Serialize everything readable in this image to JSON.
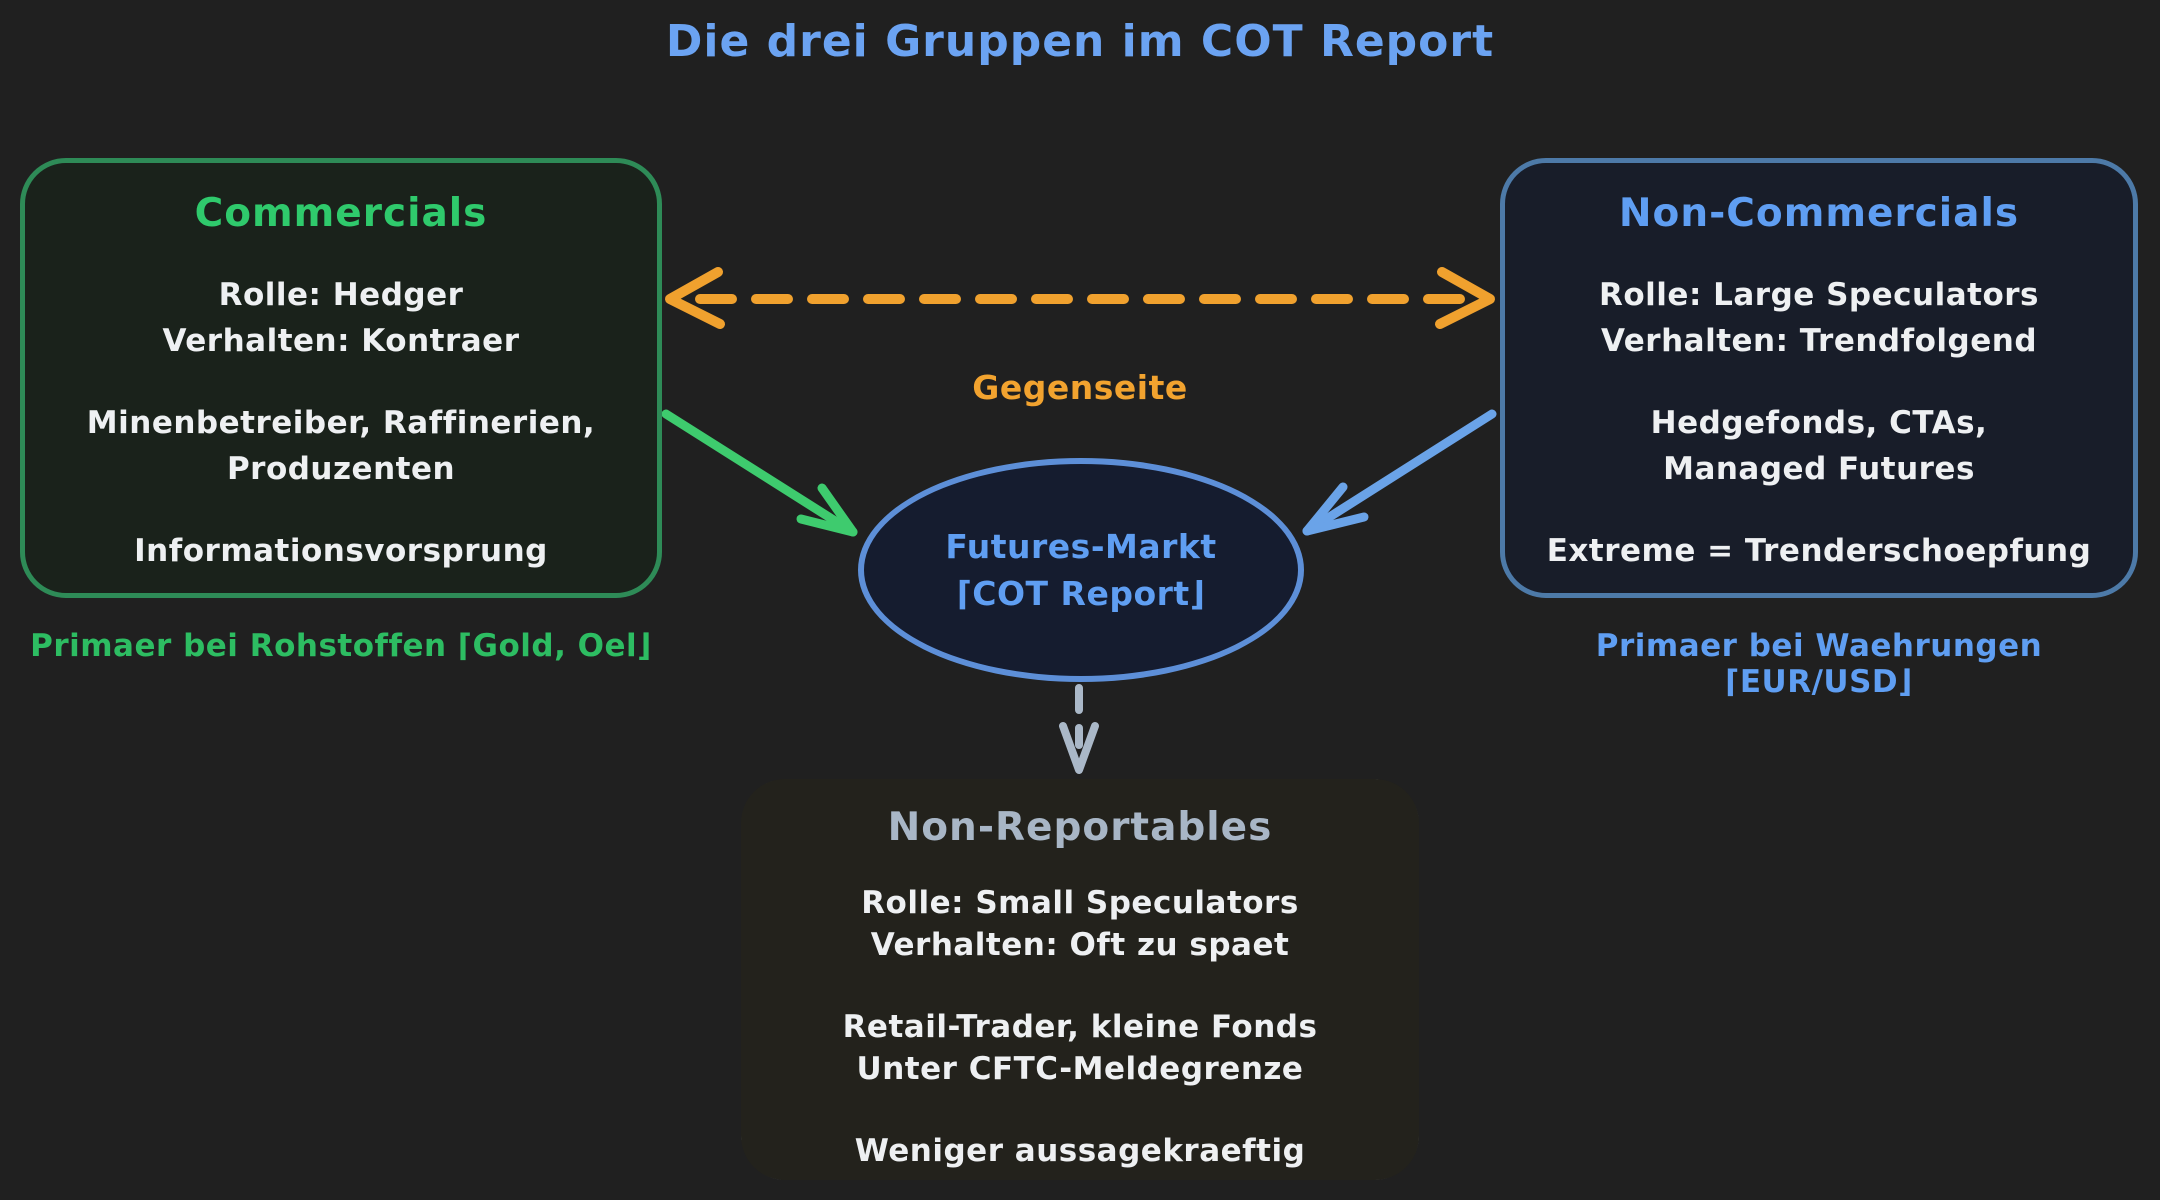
{
  "title": "Die drei Gruppen im COT Report",
  "commercials": {
    "title": "Commercials",
    "lines": [
      "Rolle: Hedger",
      "Verhalten: Kontraer",
      "Minenbetreiber, Raffinerien,",
      "Produzenten",
      "Informationsvorsprung"
    ],
    "caption": "Primaer bei Rohstoffen ⌈Gold, Oel⌋"
  },
  "non_commercials": {
    "title": "Non-Commercials",
    "lines": [
      "Rolle: Large Speculators",
      "Verhalten: Trendfolgend",
      "Hedgefonds, CTAs,",
      "Managed Futures",
      "Extreme = Trenderschoepfung"
    ],
    "caption": "Primaer bei Waehrungen ⌈EUR/USD⌋"
  },
  "market": {
    "line1": "Futures-Markt",
    "line2": "⌈COT Report⌋"
  },
  "relation_label": "Gegenseite",
  "non_reportables": {
    "title": "Non-Reportables",
    "lines": [
      "Rolle: Small Speculators",
      "Verhalten: Oft zu spaet",
      "Retail-Trader, kleine Fonds",
      "Unter CFTC-Meldegrenze",
      "Weniger aussagekraeftig"
    ]
  },
  "colors": {
    "background": "#202020",
    "title_blue": "#6ba3f2",
    "commercials_green": "#2fca6c",
    "commercials_border": "#2e8b57",
    "noncommercials_blue": "#5f9ef2",
    "noncommercials_border": "#4d7aa8",
    "ellipse_border": "#5d8fd8",
    "orange": "#f2a32f",
    "nonreportables_slate": "#a8b6c6",
    "nonreportables_border": "#737b85",
    "body_text": "#eef0f2",
    "arrow_green": "#3ecb6e",
    "arrow_blue": "#6aa3e8",
    "arrow_gray": "#aab8c8"
  }
}
